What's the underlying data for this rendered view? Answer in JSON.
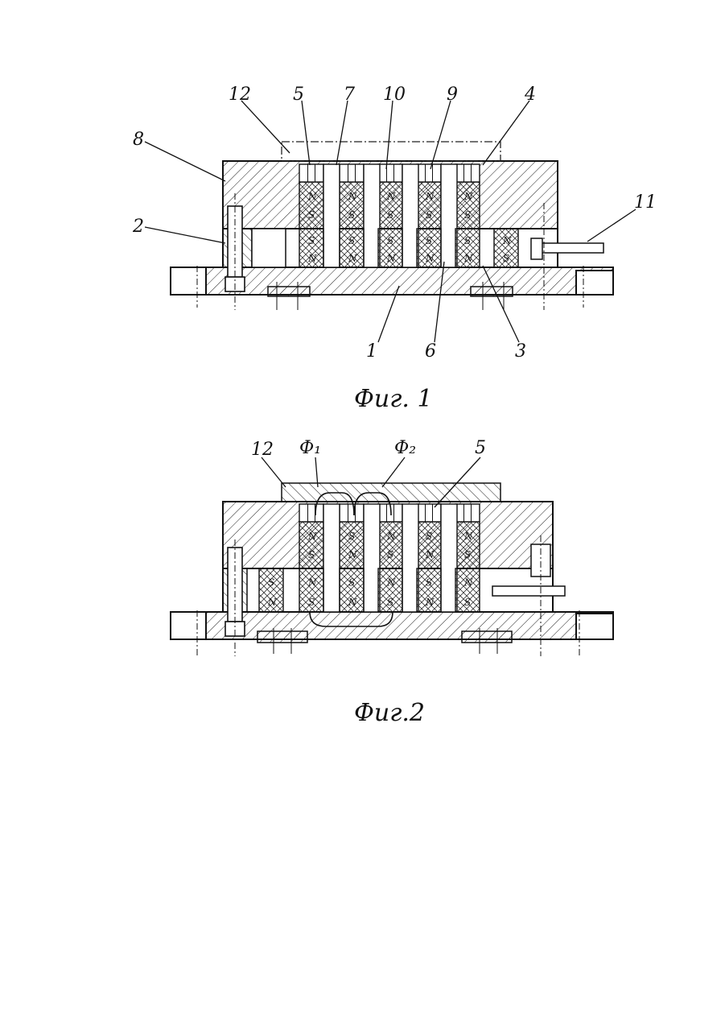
{
  "figure1": {
    "caption": "Фиг. 1",
    "labels": {
      "n12": "12",
      "n5": "5",
      "n7": "7",
      "n10": "10",
      "n9": "9",
      "n4": "4",
      "n8": "8",
      "n2": "2",
      "n11": "11",
      "n1": "1",
      "n6": "6",
      "n3": "3"
    },
    "upper_poles": [
      "N",
      "S",
      "N",
      "S",
      "N",
      "S",
      "N",
      "S",
      "N",
      "S"
    ],
    "lower_poles": [
      "S",
      "N",
      "S",
      "N",
      "S",
      "N",
      "S",
      "N",
      "S",
      "N",
      "N",
      "S"
    ]
  },
  "figure2": {
    "caption": "Фиг.2",
    "labels": {
      "n12": "12",
      "phi1": "Ф₁",
      "phi2": "Ф₂",
      "n5": "5"
    },
    "upper_poles": [
      "N",
      "S",
      "S",
      "N",
      "N",
      "S",
      "S",
      "N",
      "N",
      "S"
    ],
    "lower_poles": [
      "S",
      "N",
      "N",
      "S",
      "S",
      "N",
      "N",
      "S",
      "S",
      "N",
      "N",
      "S"
    ]
  }
}
